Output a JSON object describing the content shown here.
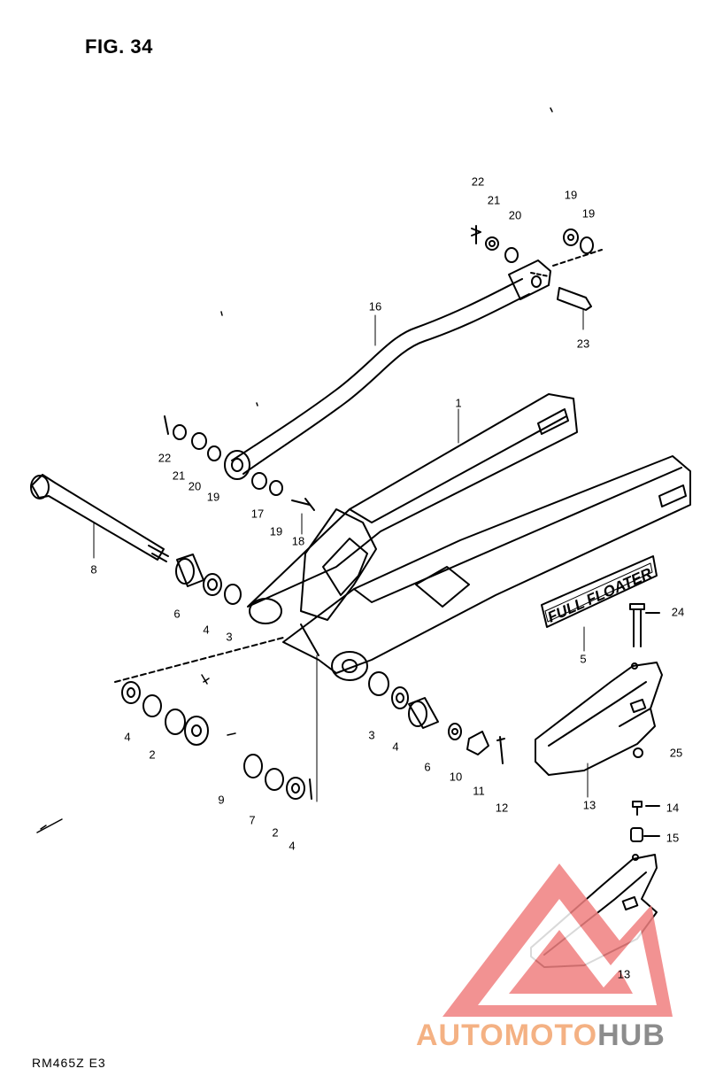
{
  "figure": {
    "title": "FIG. 34",
    "model_code": "RM465Z  E3",
    "badge_text": "FULL FLOATER"
  },
  "callouts": [
    {
      "id": "c22a",
      "text": "22"
    },
    {
      "id": "c21a",
      "text": "21"
    },
    {
      "id": "c20a",
      "text": "20"
    },
    {
      "id": "c19a",
      "text": "19"
    },
    {
      "id": "c19b",
      "text": "19"
    },
    {
      "id": "c23",
      "text": "23"
    },
    {
      "id": "c16",
      "text": "16"
    },
    {
      "id": "c1",
      "text": "1"
    },
    {
      "id": "c22b",
      "text": "22"
    },
    {
      "id": "c21b",
      "text": "21"
    },
    {
      "id": "c20b",
      "text": "20"
    },
    {
      "id": "c19c",
      "text": "19"
    },
    {
      "id": "c17",
      "text": "17"
    },
    {
      "id": "c19d",
      "text": "19"
    },
    {
      "id": "c18",
      "text": "18"
    },
    {
      "id": "c8",
      "text": "8"
    },
    {
      "id": "c6a",
      "text": "6"
    },
    {
      "id": "c4a",
      "text": "4"
    },
    {
      "id": "c3a",
      "text": "3"
    },
    {
      "id": "c24",
      "text": "24"
    },
    {
      "id": "c5",
      "text": "5"
    },
    {
      "id": "c4b",
      "text": "4"
    },
    {
      "id": "c2a",
      "text": "2"
    },
    {
      "id": "c9",
      "text": "9"
    },
    {
      "id": "c7",
      "text": "7"
    },
    {
      "id": "c2b",
      "text": "2"
    },
    {
      "id": "c4c",
      "text": "4"
    },
    {
      "id": "c3b",
      "text": "3"
    },
    {
      "id": "c4d",
      "text": "4"
    },
    {
      "id": "c6b",
      "text": "6"
    },
    {
      "id": "c10",
      "text": "10"
    },
    {
      "id": "c11",
      "text": "11"
    },
    {
      "id": "c12",
      "text": "12"
    },
    {
      "id": "c25",
      "text": "25"
    },
    {
      "id": "c13a",
      "text": "13"
    },
    {
      "id": "c14",
      "text": "14"
    },
    {
      "id": "c15",
      "text": "15"
    },
    {
      "id": "c13b",
      "text": "13"
    }
  ],
  "watermark": {
    "brand_part1": "AUTO",
    "brand_part2": "MOTO",
    "brand_part3": "HUB",
    "triangle_color": "#f08080",
    "text_color_light": "#f4b183",
    "text_color_dark": "#8c8c8c"
  }
}
